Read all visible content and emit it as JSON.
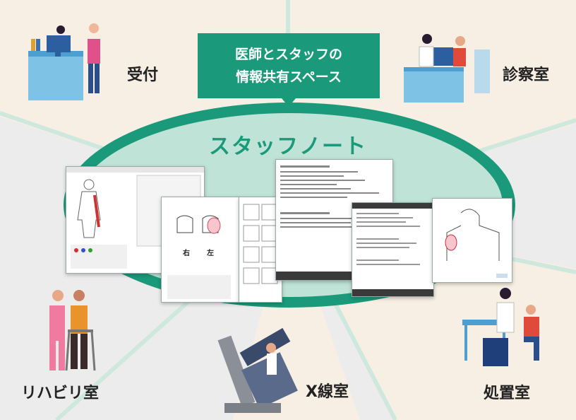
{
  "callout": {
    "line1": "医師とスタッフの",
    "line2": "情報共有スペース"
  },
  "center_title": "スタッフノート",
  "rooms": {
    "reception": "受付",
    "exam": "診察室",
    "rehab": "リハビリ室",
    "xray": "X線室",
    "treatment": "処置室"
  },
  "sketch_labels": {
    "right": "右",
    "left": "左"
  },
  "colors": {
    "accent": "#1a9a7a",
    "ring": "#1a9a7a",
    "inner": "#bfe3d6",
    "cream": "#f7efe3",
    "grey": "#ececec"
  }
}
